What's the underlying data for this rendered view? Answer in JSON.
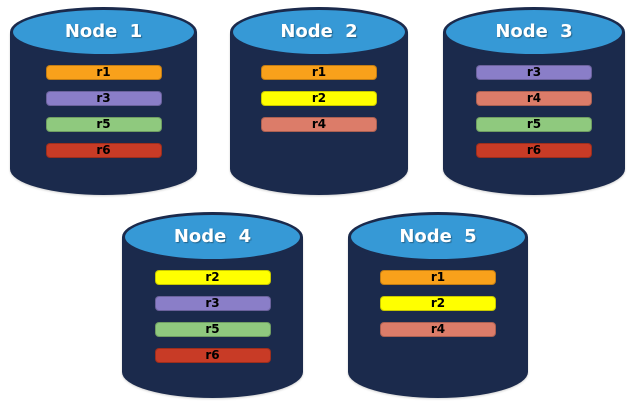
{
  "diagram": {
    "description": "Five database nodes showing replica placement",
    "nodes": [
      {
        "label": "Node 1",
        "rows": [
          "r1",
          "r3",
          "r5",
          "r6"
        ]
      },
      {
        "label": "Node 2",
        "rows": [
          "r1",
          "r2",
          "r4"
        ]
      },
      {
        "label": "Node 3",
        "rows": [
          "r3",
          "r4",
          "r5",
          "r6"
        ]
      },
      {
        "label": "Node 4",
        "rows": [
          "r2",
          "r3",
          "r5",
          "r6"
        ]
      },
      {
        "label": "Node 5",
        "rows": [
          "r1",
          "r2",
          "r4"
        ]
      }
    ],
    "row_colors": {
      "r1": "#F9A11B",
      "r2": "#FFFF00",
      "r3": "#8A7EC8",
      "r4": "#DC7C69",
      "r5": "#8FC97E",
      "r6": "#C83B26"
    },
    "cylinder_body_color": "#1B2A4C",
    "cylinder_top_color": "#3699D6"
  }
}
